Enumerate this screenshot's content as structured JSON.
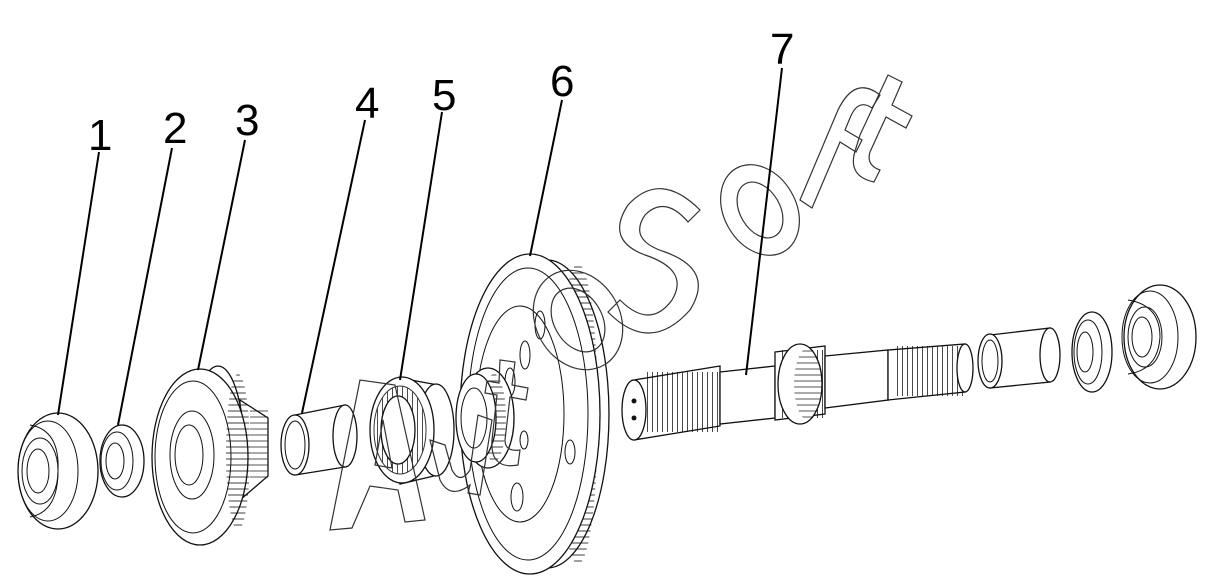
{
  "callouts": [
    {
      "id": "1",
      "text": "1"
    },
    {
      "id": "2",
      "text": "2"
    },
    {
      "id": "3",
      "text": "3"
    },
    {
      "id": "4",
      "text": "4"
    },
    {
      "id": "5",
      "text": "5"
    },
    {
      "id": "6",
      "text": "6"
    },
    {
      "id": "7",
      "text": "7"
    }
  ],
  "watermark": {
    "text": "AutoSoft"
  },
  "colors": {
    "ink": "#111111",
    "background": "#ffffff"
  }
}
